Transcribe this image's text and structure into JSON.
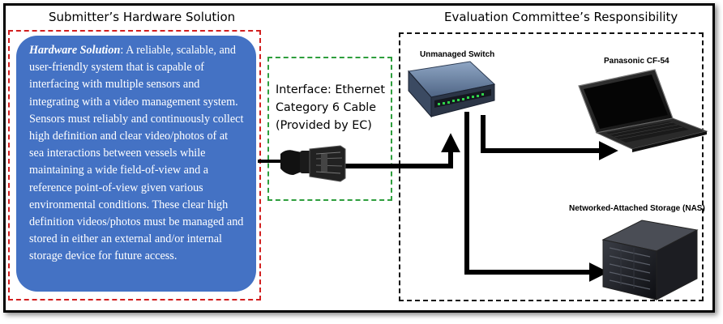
{
  "left_section": {
    "title": "Submitter’s Hardware Solution",
    "solution_heading": "Hardware Solution",
    "solution_text": ": A reliable, scalable, and user-friendly system that is capable of interfacing with multiple sensors and integrating with a video management system. Sensors must reliably and continuously collect high definition and clear video/photos of at sea interactions between vessels while maintaining a wide field-of-view and a reference point-of-view given various environmental conditions. These clear high definition videos/photos must be managed and stored in either an external and/or internal storage device for future access."
  },
  "interface": {
    "line1": "Interface: Ethernet",
    "line2": "Category 6 Cable",
    "line3": "(Provided by EC)"
  },
  "right_section": {
    "title": "Evaluation Committee’s Responsibility",
    "switch_label": "Unmanaged Switch",
    "laptop_label": "Panasonic CF-54",
    "nas_label": "Networked-Attached Storage (NAS)"
  },
  "colors": {
    "left_border": "#d21f1f",
    "solution_fill": "#4472c4",
    "interface_border": "#2e9e3d",
    "right_border": "#111111"
  },
  "icons": [
    "ethernet-connector-icon",
    "network-switch-icon",
    "laptop-icon",
    "nas-server-icon"
  ]
}
